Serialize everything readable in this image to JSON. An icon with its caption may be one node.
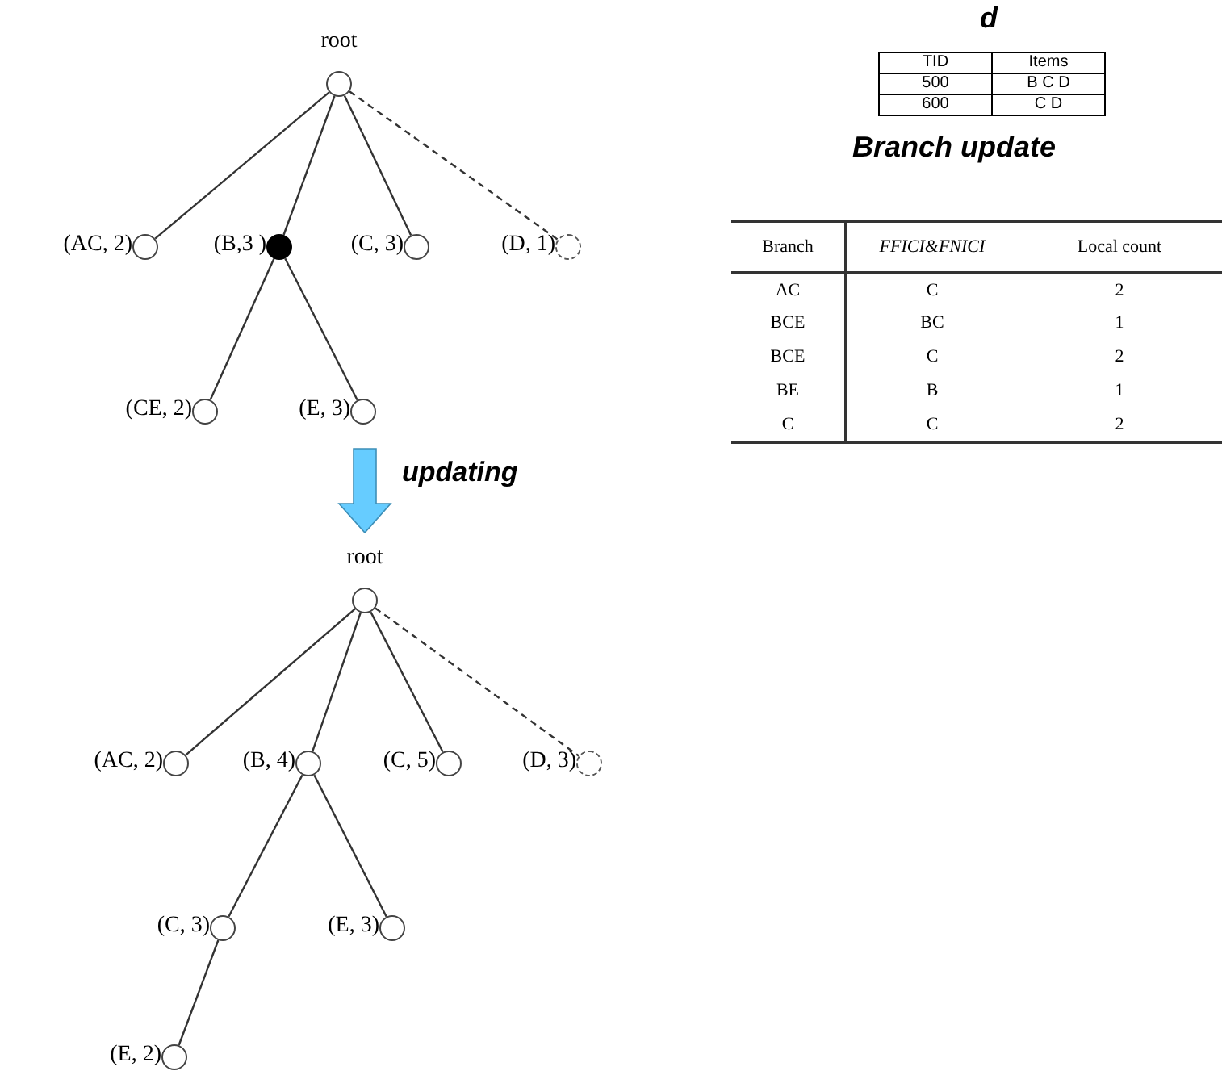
{
  "diagram": {
    "nodes": [
      {
        "text": [],
        "shape": "circle",
        "beside": [
          "root"
        ]
      },
      {
        "text": [],
        "shape": "circle",
        "beside": [
          "(AC, 2)"
        ]
      },
      {
        "text": [],
        "shape": "dot",
        "beside": [
          "(B,3 )"
        ]
      },
      {
        "text": [],
        "shape": "circle",
        "beside": [
          "(C, 3)"
        ]
      },
      {
        "text": [],
        "shape": "circle",
        "beside": [
          "(D, 1)"
        ]
      },
      {
        "text": [],
        "shape": "circle",
        "beside": [
          "(CE, 2)"
        ]
      },
      {
        "text": [],
        "shape": "circle",
        "beside": [
          "(E, 3)"
        ]
      },
      {
        "text": [],
        "shape": "circle",
        "beside": [
          "root"
        ]
      },
      {
        "text": [],
        "shape": "circle",
        "beside": [
          "(AC, 2)"
        ]
      },
      {
        "text": [],
        "shape": "circle",
        "beside": [
          "(B, 4)"
        ]
      },
      {
        "text": [],
        "shape": "circle",
        "beside": [
          "(C, 5)"
        ]
      },
      {
        "text": [],
        "shape": "circle",
        "beside": [
          "(D, 3)"
        ]
      },
      {
        "text": [],
        "shape": "circle",
        "beside": [
          "(C, 3)"
        ]
      },
      {
        "text": [],
        "shape": "circle",
        "beside": [
          "(E, 3)"
        ]
      },
      {
        "text": [],
        "shape": "circle",
        "beside": [
          "(E, 2)"
        ]
      }
    ],
    "edges": [
      {
        "from": 0,
        "to": 1,
        "arrow": "none"
      },
      {
        "from": 0,
        "to": 2,
        "arrow": "none"
      },
      {
        "from": 0,
        "to": 3,
        "arrow": "none"
      },
      {
        "from": 0,
        "to": 4,
        "arrow": "none",
        "style": "dashed"
      },
      {
        "from": 2,
        "to": 5,
        "arrow": "none"
      },
      {
        "from": 2,
        "to": 6,
        "arrow": "none"
      },
      {
        "from": 7,
        "to": 8,
        "arrow": "none"
      },
      {
        "from": 7,
        "to": 9,
        "arrow": "none"
      },
      {
        "from": 7,
        "to": 10,
        "arrow": "none"
      },
      {
        "from": 7,
        "to": 11,
        "arrow": "none",
        "style": "dashed"
      },
      {
        "from": 9,
        "to": 12,
        "arrow": "none"
      },
      {
        "from": 9,
        "to": 13,
        "arrow": "none"
      },
      {
        "from": 12,
        "to": 14,
        "arrow": "none"
      },
      {
        "from": null,
        "to": 7,
        "arrow": "to",
        "label": "updating",
        "style": "thick",
        "color": "#66ccff"
      }
    ],
    "labels": [
      "d",
      "TID",
      "Items",
      "500",
      "B C D",
      "600",
      "C D",
      "Branch update",
      "Branch",
      "FFICI&FNICI",
      "Local count",
      "AC",
      "C",
      "2",
      "BCE",
      "BC",
      "1",
      "BCE",
      "C",
      "2",
      "BE",
      "B",
      "1",
      "C",
      "C",
      "2"
    ]
  }
}
